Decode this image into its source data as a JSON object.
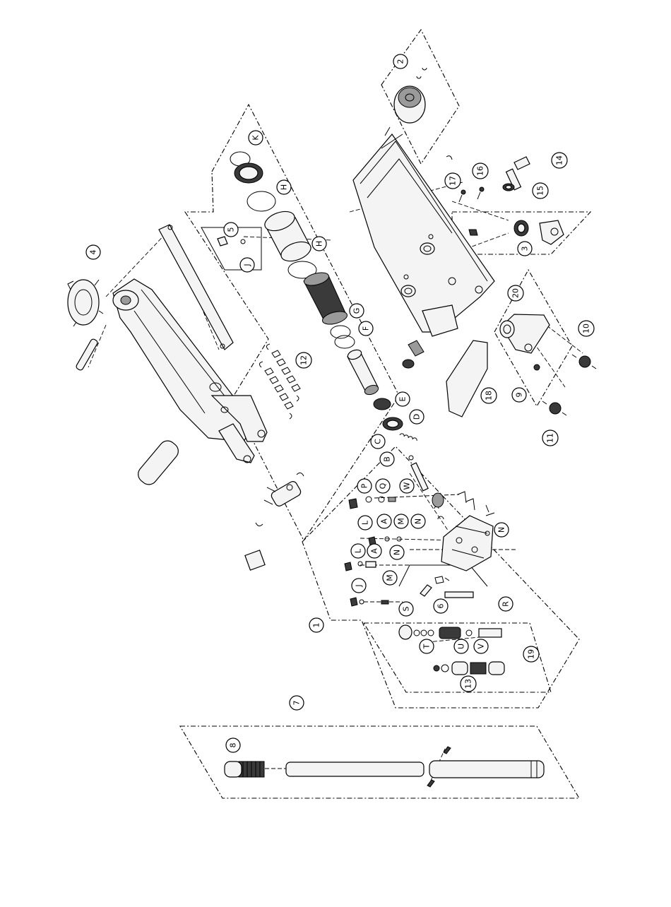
{
  "callouts": {
    "c1": "1",
    "c2": "2",
    "c3": "3",
    "c4": "4",
    "c5": "5",
    "c6": "6",
    "c7": "7",
    "c8": "8",
    "c9": "9",
    "c10": "10",
    "c11": "11",
    "c12": "12",
    "c13": "13",
    "c14": "14",
    "c15": "15",
    "c16": "16",
    "c17": "17",
    "c18": "18",
    "c19": "19",
    "c20": "20",
    "A": "A",
    "B": "B",
    "C": "C",
    "D": "D",
    "E": "E",
    "F": "F",
    "G": "G",
    "H": "H",
    "J": "J",
    "K": "K",
    "L": "L",
    "M": "M",
    "N": "N",
    "P": "P",
    "Q": "Q",
    "R": "R",
    "S": "S",
    "T": "T",
    "U": "U",
    "V": "V",
    "W": "W"
  }
}
